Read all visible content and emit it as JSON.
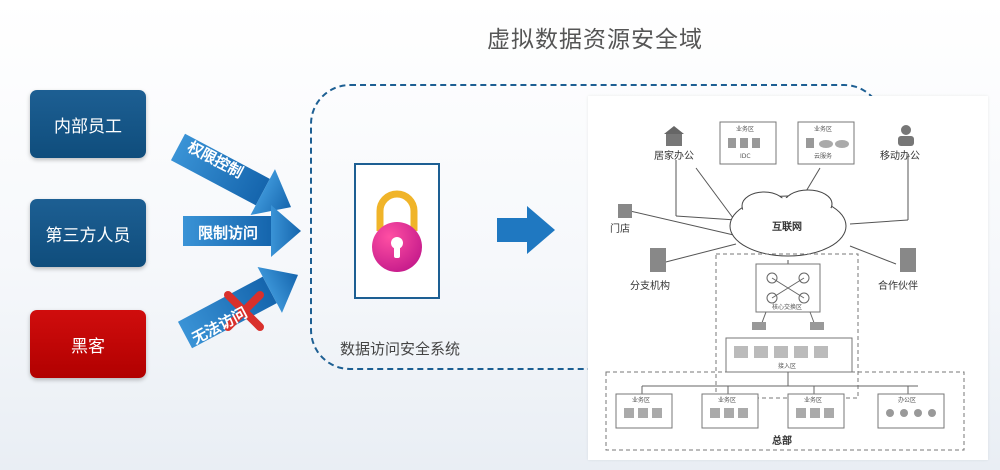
{
  "title": "虚拟数据资源安全域",
  "actors": [
    {
      "label": "内部员工"
    },
    {
      "label": "第三方人员"
    },
    {
      "label": "黑客"
    }
  ],
  "arrows": [
    {
      "label": "权限控制"
    },
    {
      "label": "限制访问"
    },
    {
      "label": "无法访问"
    }
  ],
  "system_label": "数据访问安全系统",
  "network": {
    "internet": "互联网",
    "home_office": "居家办公",
    "mobile_office": "移动办公",
    "store": "门店",
    "branch": "分支机构",
    "partner": "合作伙伴",
    "hq": "总部",
    "biz_zone": "业务区",
    "idc": "IDC",
    "cloud": "云服务",
    "core_switch": "核心交换区",
    "access_zone": "接入区",
    "office_zone": "办公区"
  },
  "colors": {
    "navy": "#1d5f93",
    "red": "#c00000",
    "arrow_blue": "#1f78c1",
    "lock_gold": "#f0b429",
    "lock_pink": "#e8338f"
  }
}
